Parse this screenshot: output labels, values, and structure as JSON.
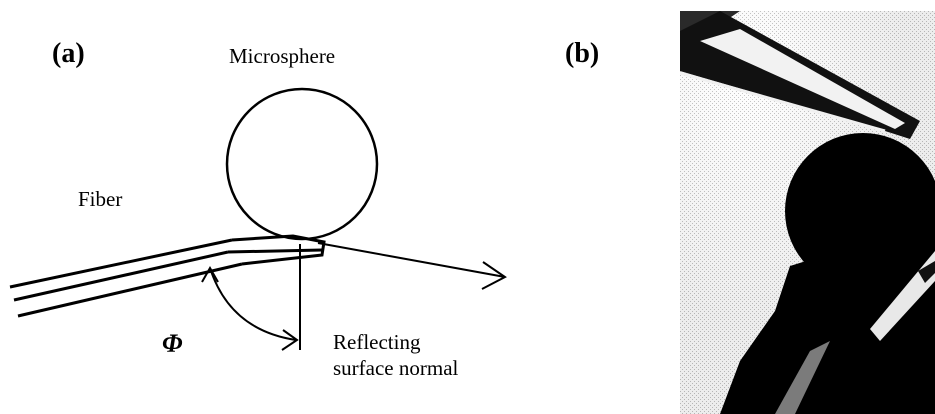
{
  "panels": {
    "a": {
      "label": "(a)",
      "microsphere_label": "Microsphere",
      "fiber_label": "Fiber",
      "normal_label_line1": "Reflecting",
      "normal_label_line2": "surface normal",
      "angle_symbol": "Φ"
    },
    "b": {
      "label": "(b)"
    }
  }
}
